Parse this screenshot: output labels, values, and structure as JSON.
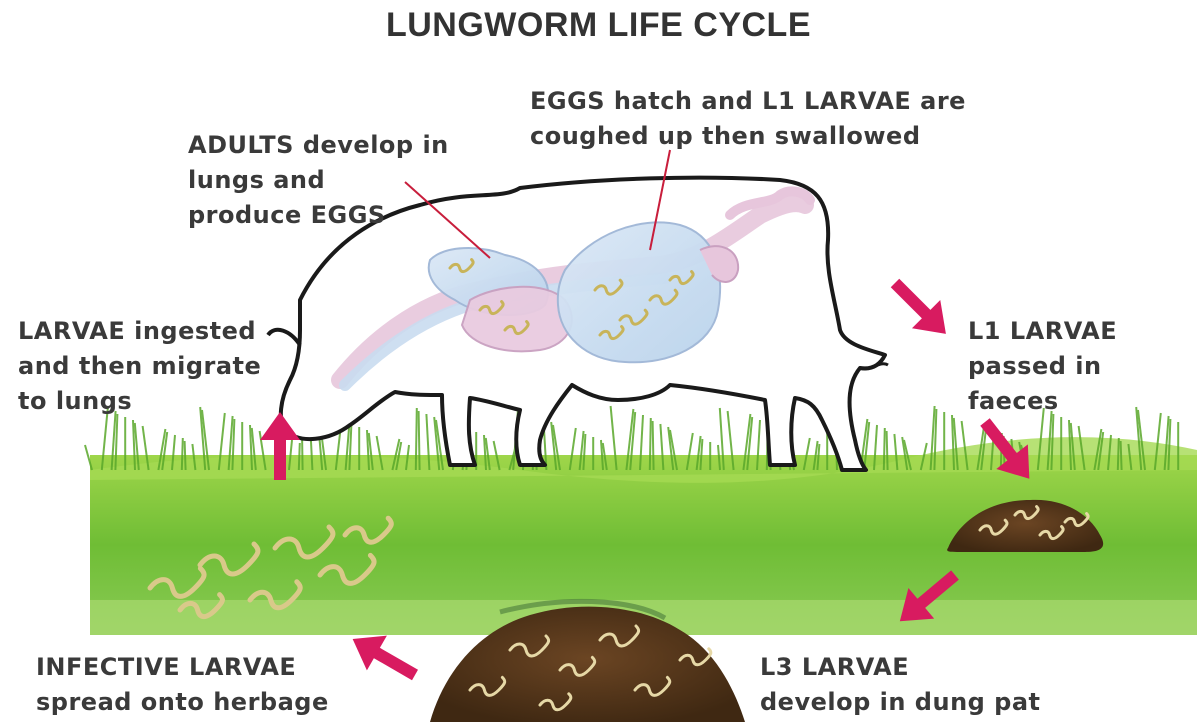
{
  "title": "LUNGWORM LIFE CYCLE",
  "labels": {
    "adults": [
      "ADULTS develop in",
      "lungs and",
      "produce EGGS"
    ],
    "eggs_hatch": [
      "EGGS hatch and L1 LARVAE are",
      "coughed up then swallowed"
    ],
    "ingested": [
      "LARVAE ingested",
      "and then migrate",
      "to lungs"
    ],
    "l1_passed": [
      "L1 LARVAE",
      "passed in",
      "faeces"
    ],
    "infective": [
      "INFECTIVE LARVAE",
      "spread onto herbage"
    ],
    "l3_develop": [
      "L3 LARVAE",
      "develop in dung pat"
    ]
  },
  "icons": [
    "cow-illustration",
    "grass-field",
    "dung-pat",
    "larva-worm",
    "cycle-arrow"
  ],
  "colors": {
    "arrow": "#d81b60",
    "grass": "#7cc23a",
    "dung": "#5a3a1a",
    "larva": "#d9c98a",
    "text": "#3a3a3a",
    "lung": "#c9dcef",
    "gut": "#e7c6dc"
  }
}
